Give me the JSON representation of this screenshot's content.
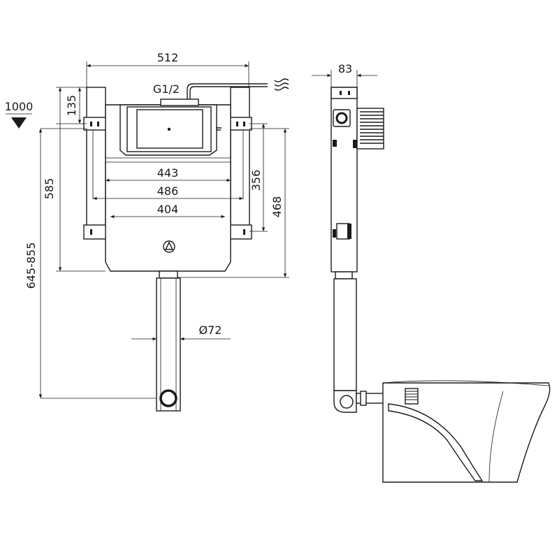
{
  "front_view": {
    "dims": {
      "overall_width": "512",
      "inlet": "G1/2",
      "top_to_bracket": "135",
      "floor_marker": "1000",
      "height_585": "585",
      "height_range": "645-855",
      "width_443": "443",
      "width_486": "486",
      "width_404": "404",
      "bracket_spacing": "356",
      "height_468": "468",
      "pipe_diameter": "Ø72"
    }
  },
  "side_view": {
    "dims": {
      "depth": "83"
    }
  },
  "colors": {
    "line": "#1a1a1a",
    "background": "#ffffff"
  }
}
